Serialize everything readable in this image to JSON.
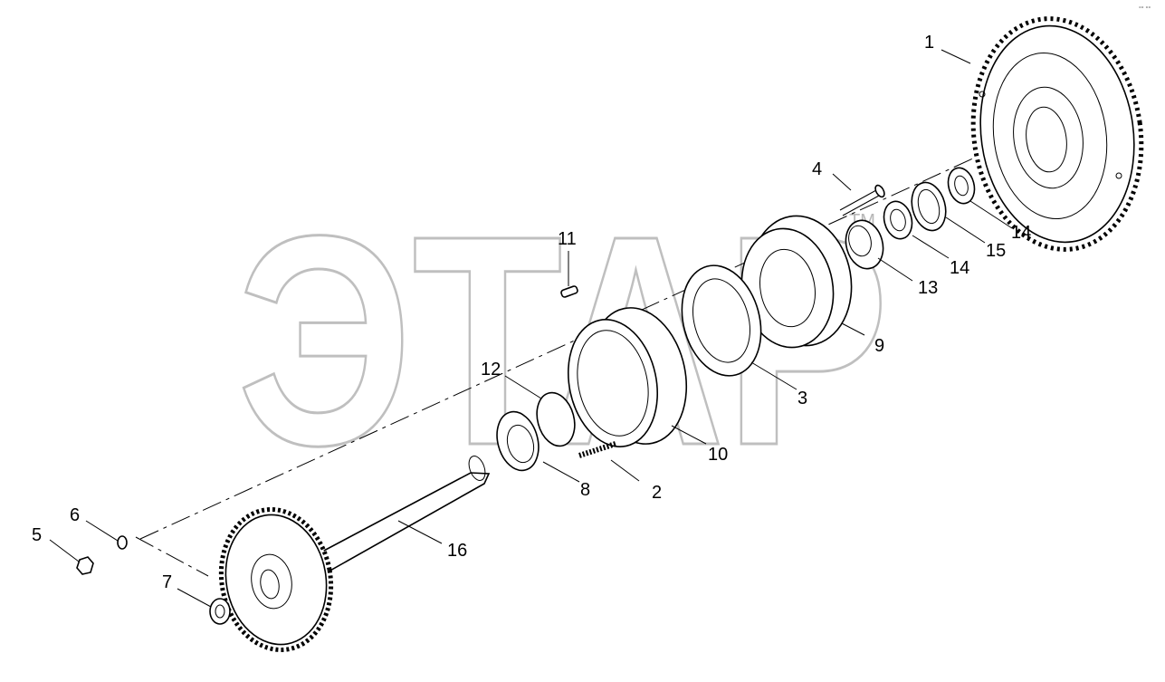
{
  "watermark": {
    "text": "ЭТАР",
    "tm": "TM"
  },
  "corner_mark": "°° °°",
  "callouts": [
    {
      "id": "c1",
      "label": "1"
    },
    {
      "id": "c2",
      "label": "2"
    },
    {
      "id": "c3",
      "label": "3"
    },
    {
      "id": "c4",
      "label": "4"
    },
    {
      "id": "c5",
      "label": "5"
    },
    {
      "id": "c6",
      "label": "6"
    },
    {
      "id": "c7",
      "label": "7"
    },
    {
      "id": "c8",
      "label": "8"
    },
    {
      "id": "c9",
      "label": "9"
    },
    {
      "id": "c10",
      "label": "10"
    },
    {
      "id": "c11",
      "label": "11"
    },
    {
      "id": "c12",
      "label": "12"
    },
    {
      "id": "c13",
      "label": "13"
    },
    {
      "id": "c14a",
      "label": "14"
    },
    {
      "id": "c14b",
      "label": "14"
    },
    {
      "id": "c15",
      "label": "15"
    },
    {
      "id": "c16",
      "label": "16"
    }
  ]
}
